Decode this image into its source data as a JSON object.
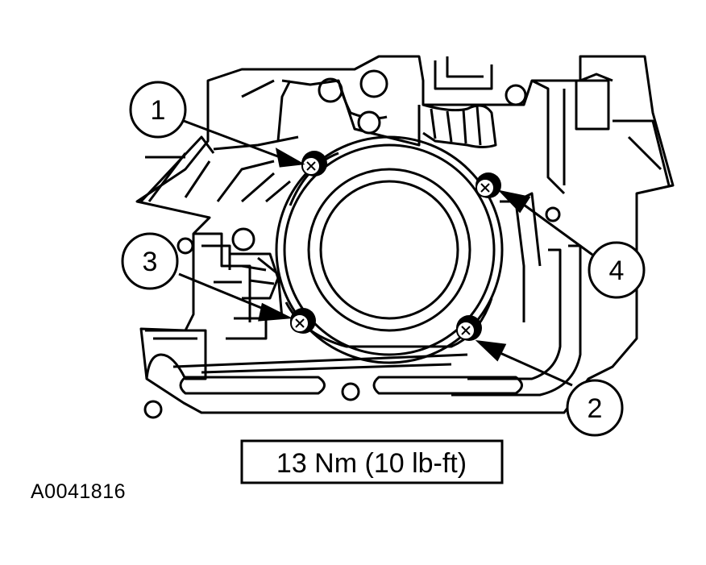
{
  "callouts": [
    {
      "label": "1"
    },
    {
      "label": "2"
    },
    {
      "label": "3"
    },
    {
      "label": "4"
    }
  ],
  "torque_spec": "13 Nm (10 lb-ft)",
  "figure_id": "A0041816",
  "colors": {
    "line": "#000000",
    "background": "#ffffff"
  }
}
